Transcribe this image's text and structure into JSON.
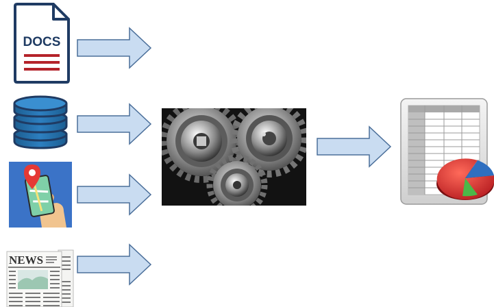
{
  "sources": [
    {
      "id": "docs",
      "icon": "document-icon",
      "label": "DOCS"
    },
    {
      "id": "database",
      "icon": "database-icon"
    },
    {
      "id": "maps",
      "icon": "map-pin-phone-icon"
    },
    {
      "id": "news",
      "icon": "newspaper-icon",
      "label": "NEWS"
    }
  ],
  "processor": {
    "icon": "gears-icon"
  },
  "output": {
    "icon": "spreadsheet-pie-chart-icon"
  },
  "colors": {
    "arrow_fill": "#c9dcf1",
    "arrow_stroke": "#4a6e99",
    "docs_blue": "#1f3b63",
    "docs_red": "#b4232a",
    "db_blue": "#1b6aa5",
    "pie_red": "#d0242b",
    "pie_green": "#4cb848",
    "pie_blue": "#2f6fc0"
  }
}
